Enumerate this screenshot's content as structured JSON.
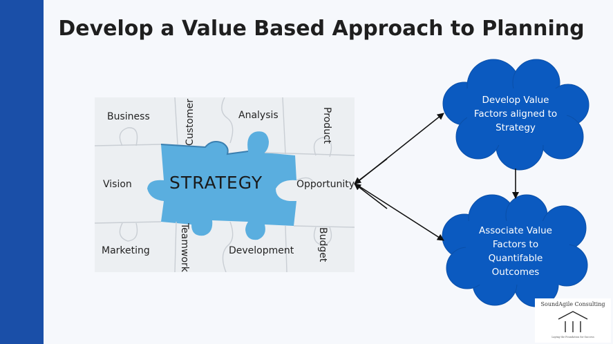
{
  "slide": {
    "title": "Develop a Value Based Approach to Planning"
  },
  "puzzle": {
    "center_label": "STRATEGY",
    "pieces": [
      "Business",
      "Customer",
      "Analysis",
      "Product",
      "Vision",
      "Opportunity",
      "Marketing",
      "Teamwork",
      "Development",
      "Budget"
    ]
  },
  "clouds": [
    {
      "text_lines": [
        "Develop Value",
        "Factors aligned to",
        "Strategy"
      ]
    },
    {
      "text_lines": [
        "Associate Value",
        "Factors to",
        "Quantifable",
        "Outcomes"
      ]
    }
  ],
  "logo": {
    "name": "SoundAgile Consulting",
    "tagline": "Laying the Foundation for Success"
  },
  "colors": {
    "sidebar": "#1a4fa8",
    "cloud": "#0b5ac0",
    "puzzle_blue": "#5aaedf",
    "background": "#f6f8fc"
  }
}
